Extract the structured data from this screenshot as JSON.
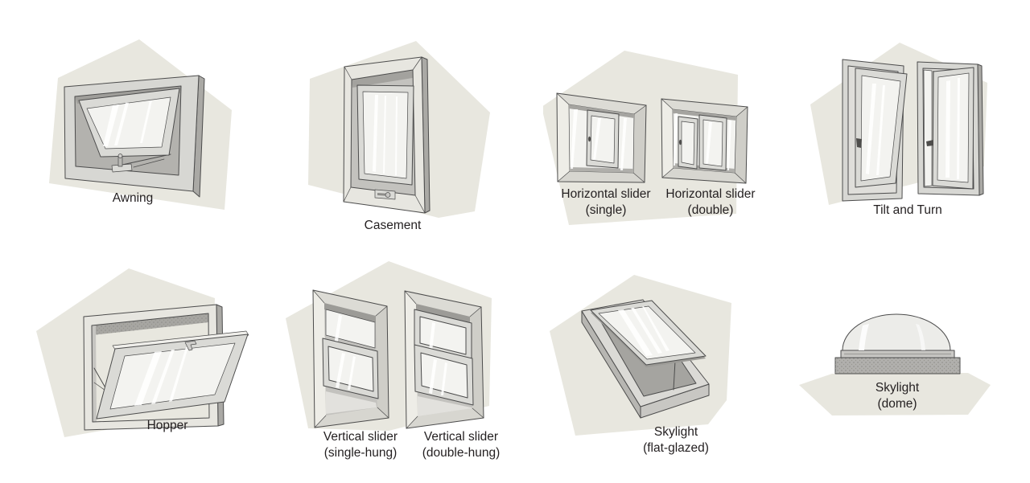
{
  "palette": {
    "blob": "#e8e7df",
    "outline": "#4c4c4c",
    "frame_light": "#e7e6e0",
    "frame_mid": "#d7d7d3",
    "frame_deep": "#c3c2be",
    "frame_dark": "#aaa9a5",
    "sash": "#dadad6",
    "glass": "#f3f3f0",
    "void": "#b3b2ae",
    "label": "#231f20"
  },
  "figures": [
    {
      "id": "awning",
      "name": "Awning",
      "sub": ""
    },
    {
      "id": "casement",
      "name": "Casement",
      "sub": ""
    },
    {
      "id": "horizontal-slider-single",
      "name": "Horizontal slider",
      "sub": "(single)"
    },
    {
      "id": "horizontal-slider-double",
      "name": "Horizontal slider",
      "sub": "(double)"
    },
    {
      "id": "tilt-and-turn",
      "name": "Tilt and Turn",
      "sub": ""
    },
    {
      "id": "hopper",
      "name": "Hopper",
      "sub": ""
    },
    {
      "id": "vertical-slider-single-hung",
      "name": "Vertical slider",
      "sub": "(single-hung)"
    },
    {
      "id": "vertical-slider-double-hung",
      "name": "Vertical slider",
      "sub": "(double-hung)"
    },
    {
      "id": "skylight-flat-glazed",
      "name": "Skylight",
      "sub": "(flat-glazed)"
    },
    {
      "id": "skylight-dome",
      "name": "Skylight",
      "sub": "(dome)"
    }
  ]
}
